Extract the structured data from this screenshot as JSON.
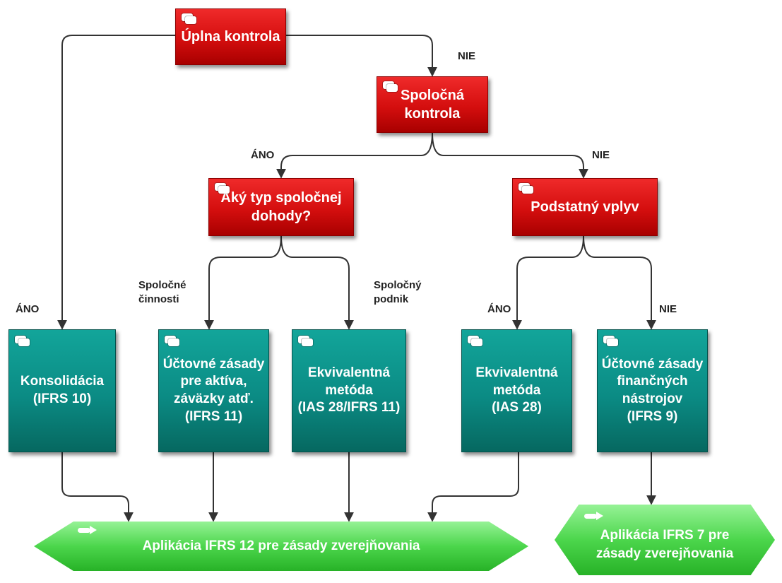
{
  "nodes": {
    "full_control": "Úplna kontrola",
    "joint_control_1": "Spoločná",
    "joint_control_2": "kontrola",
    "arrangement_1": "Aký typ spoločnej",
    "arrangement_2": "dohody?",
    "significant_influence": "Podstatný vplyv",
    "consolidation_1": "Konsolidácia",
    "consolidation_2": "(IFRS 10)",
    "accounting_1": "Účtovné zásady",
    "accounting_2": "pre aktíva,",
    "accounting_3": "záväzky atď.",
    "accounting_4": "(IFRS 11)",
    "equity_jv_1": "Ekvivalentná",
    "equity_jv_2": "metóda",
    "equity_jv_3": "(IAS 28/IFRS 11)",
    "equity_ass_1": "Ekvivalentná",
    "equity_ass_2": "metóda",
    "equity_ass_3": "(IAS 28)",
    "fin_instr_1": "Účtovné zásady",
    "fin_instr_2": "finančných",
    "fin_instr_3": "nástrojov",
    "fin_instr_4": "(IFRS 9)",
    "ifrs12": "Aplikácia IFRS 12 pre zásady zverejňovania",
    "ifrs7_1": "Aplikácia IFRS 7 pre",
    "ifrs7_2": "zásady zverejňovania"
  },
  "labels": {
    "nie_1": "NIE",
    "ano_1": "ÁNO",
    "nie_2": "NIE",
    "ano_2": "ÁNO",
    "joint_operations_1": "Spoločné",
    "joint_operations_2": "činnosti",
    "joint_venture_1": "Spoločný",
    "joint_venture_2": "podnik",
    "ano_3": "ÁNO",
    "nie_3": "NIE"
  },
  "colors": {
    "decision": "#d40e0e",
    "outcome": "#0b8b84",
    "disclosure": "#4cd64c",
    "connector": "#333333"
  }
}
